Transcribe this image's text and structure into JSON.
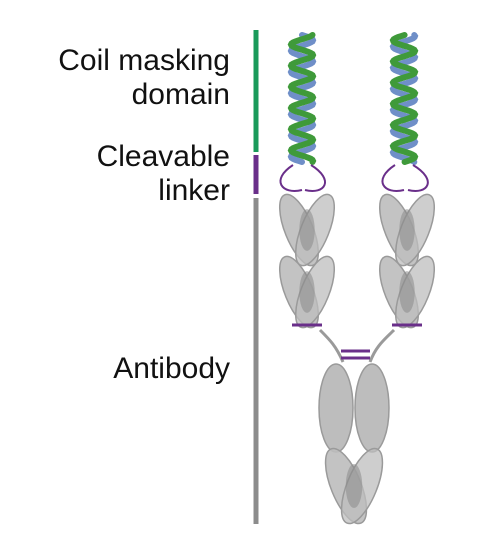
{
  "labels": {
    "coil_masking": [
      "Coil masking",
      "domain"
    ],
    "cleavable_linker": [
      "Cleavable",
      "linker"
    ],
    "antibody": "Antibody"
  },
  "colors": {
    "coil_bar": "#1a9a5a",
    "linker_bar": "#6a2f8a",
    "antibody_bar": "#8c8c8c",
    "helix_blue": "#6f8fc8",
    "helix_green": "#3f9a3a",
    "linker_line": "#6a2f8a",
    "domain_fill": "#bdbdbd",
    "domain_overlap": "#8a8a8a",
    "domain_stroke": "#9a9a9a"
  }
}
